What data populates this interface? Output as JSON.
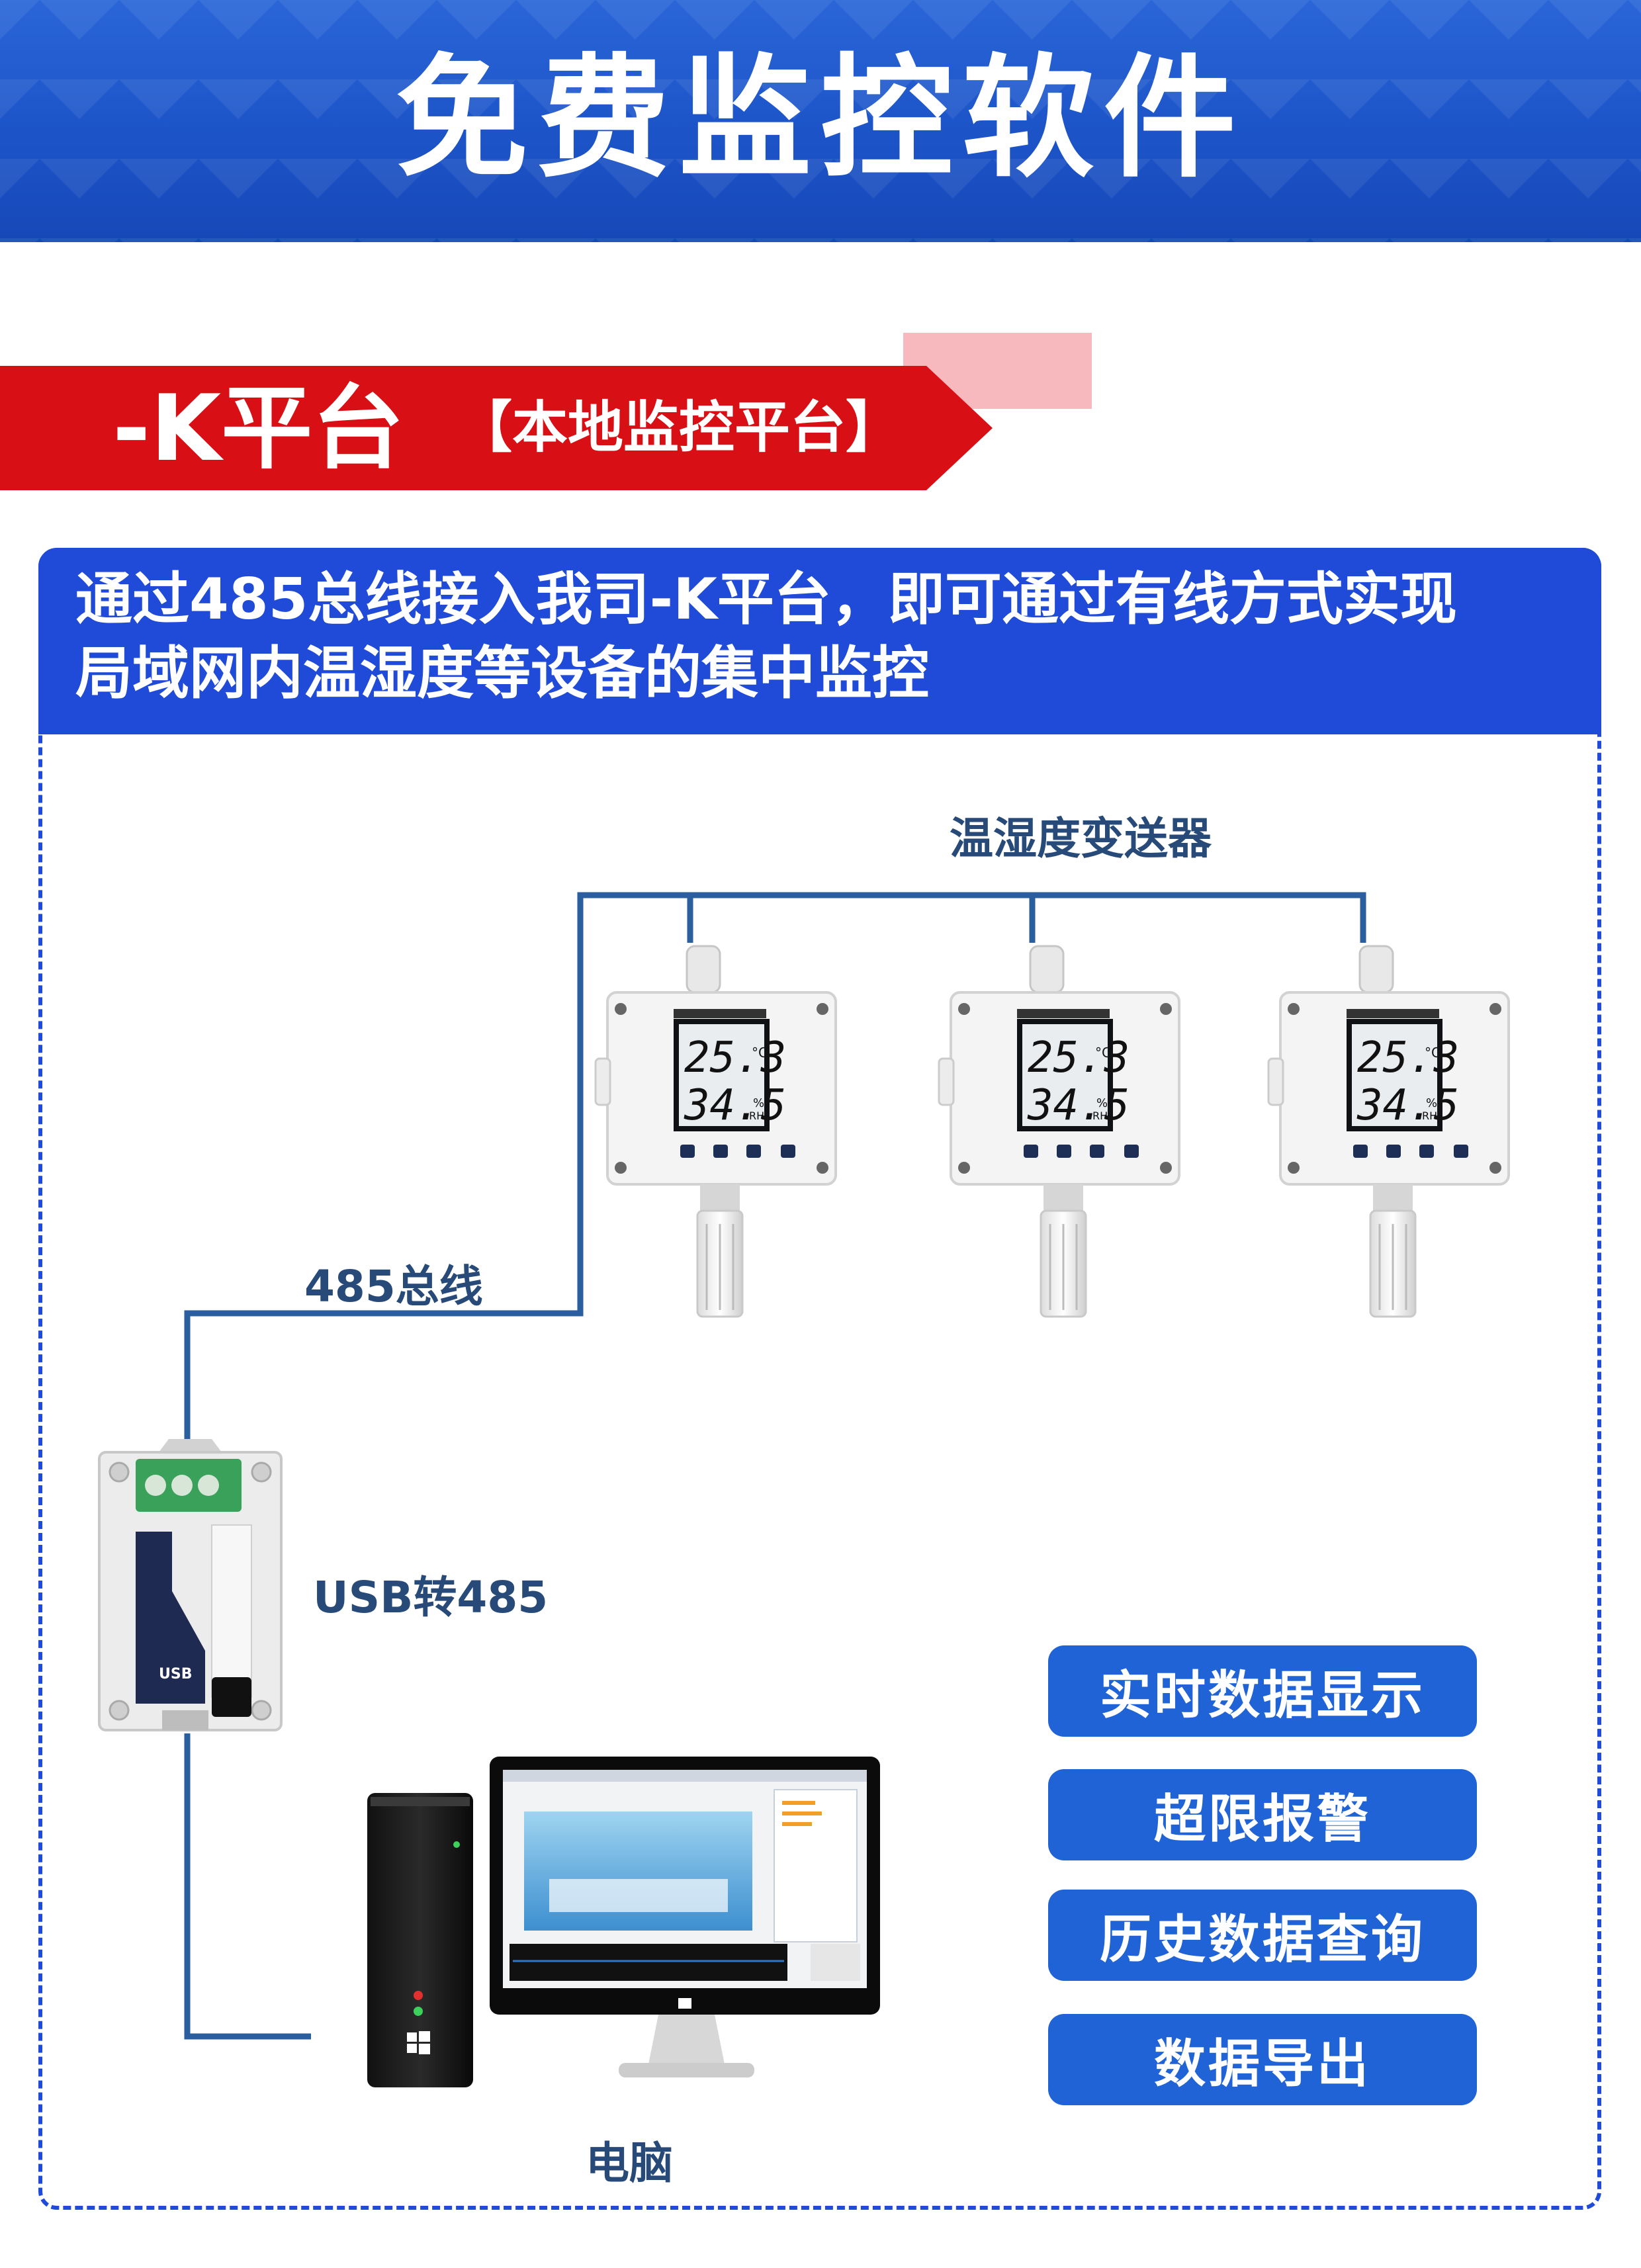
{
  "banner": {
    "title": "免费监控软件"
  },
  "ribbon": {
    "platform": "-K平台",
    "subtitle": "【本地监控平台】"
  },
  "panel": {
    "description_line1": "通过485总线接入我司-K平台，即可通过有线方式实现",
    "description_line2": "局域网内温湿度等设备的集中监控"
  },
  "diagram": {
    "transmitters_label": "温湿度变送器",
    "bus_label": "485总线",
    "converter_label": "USB转485",
    "computer_label": "电脑",
    "device": {
      "temperature": "25.3",
      "temp_unit": "°C",
      "humidity": "34.5",
      "hum_unit": "%",
      "hum_unit2": "RH"
    },
    "converter_text": "USB"
  },
  "features": [
    "实时数据显示",
    "超限报警",
    "历史数据查询",
    "数据导出"
  ],
  "colors": {
    "banner_blue": "#1c54c8",
    "ribbon_red": "#d80f14",
    "panel_blue": "#1f4bd8",
    "button_blue": "#1f63d6",
    "wire_blue": "#2b5e9e"
  }
}
